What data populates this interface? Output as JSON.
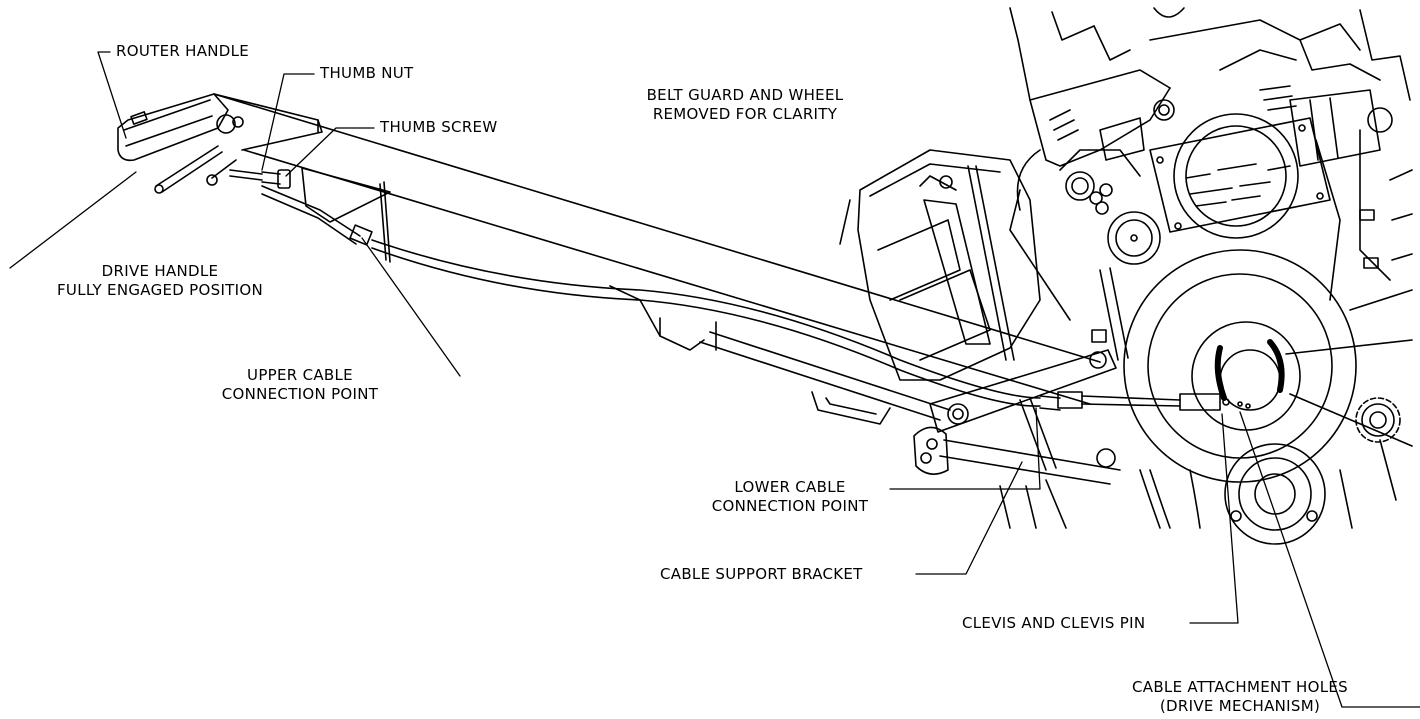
{
  "labels": {
    "router_handle": "ROUTER HANDLE",
    "thumb_nut": "THUMB NUT",
    "thumb_screw": "THUMB SCREW",
    "belt_guard_1": "BELT GUARD AND WHEEL",
    "belt_guard_2": "REMOVED FOR CLARITY",
    "drive_handle_1": "DRIVE HANDLE",
    "drive_handle_2": "FULLY ENGAGED POSITION",
    "upper_cable_1": "UPPER CABLE",
    "upper_cable_2": "CONNECTION POINT",
    "lower_cable_1": "LOWER CABLE",
    "lower_cable_2": "CONNECTION POINT",
    "cable_support_bracket": "CABLE SUPPORT BRACKET",
    "clevis_pin": "CLEVIS AND CLEVIS PIN",
    "attach_holes_1": "CABLE ATTACHMENT HOLES",
    "attach_holes_2": "(DRIVE MECHANISM)"
  },
  "colors": {
    "line": "#000000",
    "background": "#ffffff"
  }
}
